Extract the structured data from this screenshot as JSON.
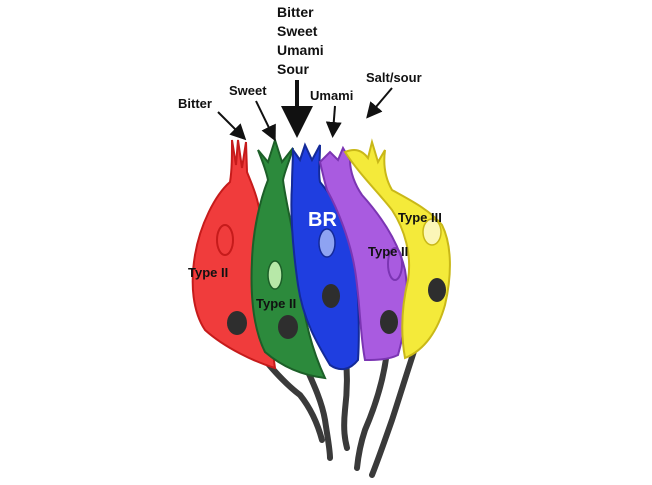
{
  "top_stack": [
    "Bitter",
    "Sweet",
    "Umami",
    "Sour"
  ],
  "arrow_labels": {
    "bitter": "Bitter",
    "sweet": "Sweet",
    "umami": "Umami",
    "salt_sour": "Salt/sour"
  },
  "cell_labels": {
    "red": "Type II",
    "green": "Type II",
    "blue": "BR",
    "purple": "Type II",
    "yellow": "Type III"
  },
  "colors": {
    "red": "#f03c3c",
    "green": "#2c8a3c",
    "blue": "#1f3ee0",
    "purple": "#a95be0",
    "yellow": "#f4ea3a",
    "nerve": "#3a3a3a"
  }
}
